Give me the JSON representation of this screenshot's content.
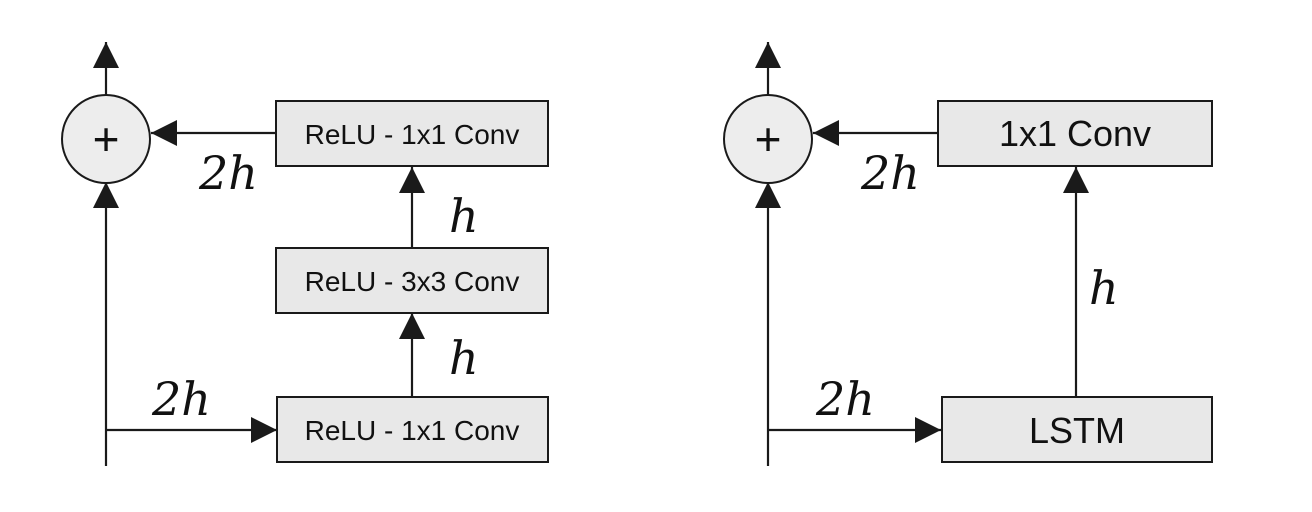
{
  "left_block": {
    "top_box": "ReLU - 1x1 Conv",
    "middle_box": "ReLU - 3x3 Conv",
    "bottom_box": "ReLU - 1x1 Conv",
    "sum_symbol": "+",
    "label_output": "2h",
    "label_upper_h": "h",
    "label_lower_h": "h",
    "label_input": "2h"
  },
  "right_block": {
    "top_box": "1x1 Conv",
    "bottom_box": "LSTM",
    "sum_symbol": "+",
    "label_output": "2h",
    "label_h": "h",
    "label_input": "2h"
  }
}
